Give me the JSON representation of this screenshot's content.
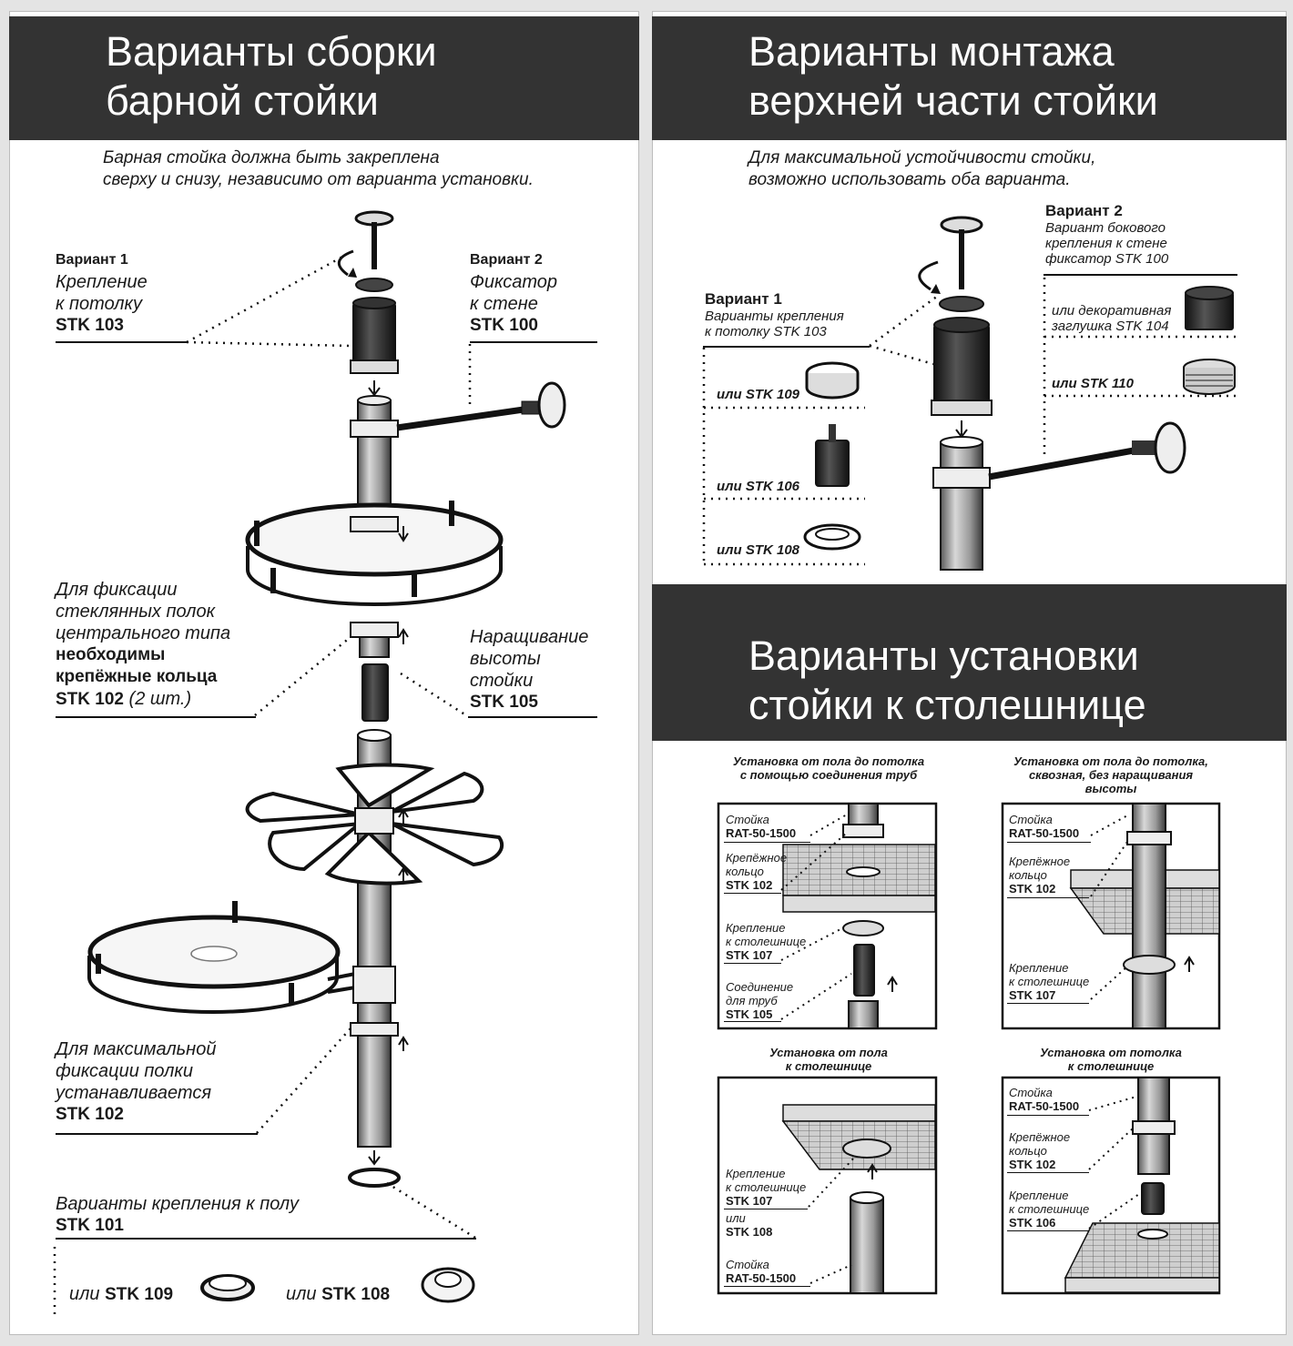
{
  "left": {
    "title": [
      "Варианты сборки",
      "барной стойки"
    ],
    "intro": [
      "Барная стойка должна быть закреплена",
      "сверху и снизу, независимо от варианта установки."
    ],
    "v1": {
      "head": "Вариант 1",
      "l1": "Крепление",
      "l2": "к потолку",
      "code": "STK 103"
    },
    "v2": {
      "head": "Вариант 2",
      "l1": "Фиксатор",
      "l2": "к стене",
      "code": "STK 100"
    },
    "rings": {
      "l1": "Для фиксации",
      "l2": "стеклянных полок",
      "l3": "центрального типа",
      "l4": "необходимы",
      "l5": "крепёжные кольца",
      "code": "STK 102",
      "qty": "(2 шт.)"
    },
    "ext": {
      "l1": "Наращивание",
      "l2": "высоты",
      "l3": "стойки",
      "code": "STK 105"
    },
    "maxfix": {
      "l1": "Для максимальной",
      "l2": "фиксации полки",
      "l3": "устанавливается",
      "code": "STK 102"
    },
    "floor": {
      "l1": "Варианты крепления к полу",
      "code": "STK 101"
    },
    "opt_a": {
      "pre": "или",
      "code": "STK 109"
    },
    "opt_b": {
      "pre": "или",
      "code": "STK 108"
    }
  },
  "right_top": {
    "title": [
      "Варианты монтажа",
      "верхней части стойки"
    ],
    "intro": [
      "Для максимальной устойчивости стойки,",
      "возможно использовать оба варианта."
    ],
    "v1": {
      "head": "Вариант 1",
      "l1": "Варианты крепления",
      "l2": "к потолку STK 103"
    },
    "v2": {
      "head": "Вариант 2",
      "l1": "Вариант бокового",
      "l2": "крепления к стене",
      "l3": "фиксатор  STK 100"
    },
    "opts_left": [
      "или STK 109",
      "или STK 106",
      "или STK 108"
    ],
    "opt_dec": [
      "или декоративная",
      "заглушка STK 104"
    ],
    "opt_110": "или STK 110"
  },
  "right_bottom": {
    "title": [
      "Варианты установки",
      "стойки к столешнице"
    ],
    "q1": {
      "cap": [
        "Установка от пола до потолка",
        "с помощью соединения труб"
      ],
      "a": [
        "Стойка",
        "RAT-50-1500"
      ],
      "b": [
        "Крепёжное",
        "кольцо",
        "STK 102"
      ],
      "c": [
        "Крепление",
        "к столешнице",
        "STK 107"
      ],
      "d": [
        "Соединение",
        "для труб",
        "STK 105"
      ]
    },
    "q2": {
      "cap": [
        "Установка от пола до потолка,",
        "сквозная, без наращивания",
        "высоты"
      ],
      "a": [
        "Стойка",
        "RAT-50-1500"
      ],
      "b": [
        "Крепёжное",
        "кольцо",
        "STK 102"
      ],
      "c": [
        "Крепление",
        "к столешнице",
        "STK 107"
      ]
    },
    "q3": {
      "cap": [
        "Установка от пола",
        "к столешнице"
      ],
      "a": [
        "Крепление",
        "к столешнице",
        "STK 107"
      ],
      "or": "или",
      "b": "STK 108",
      "c": [
        "Стойка",
        "RAT-50-1500"
      ]
    },
    "q4": {
      "cap": [
        "Установка от потолка",
        "к столешнице"
      ],
      "a": [
        "Стойка",
        "RAT-50-1500"
      ],
      "b": [
        "Крепёжное",
        "кольцо",
        "STK 102"
      ],
      "c": [
        "Крепление",
        "к столешнице",
        "STK 106"
      ]
    }
  }
}
